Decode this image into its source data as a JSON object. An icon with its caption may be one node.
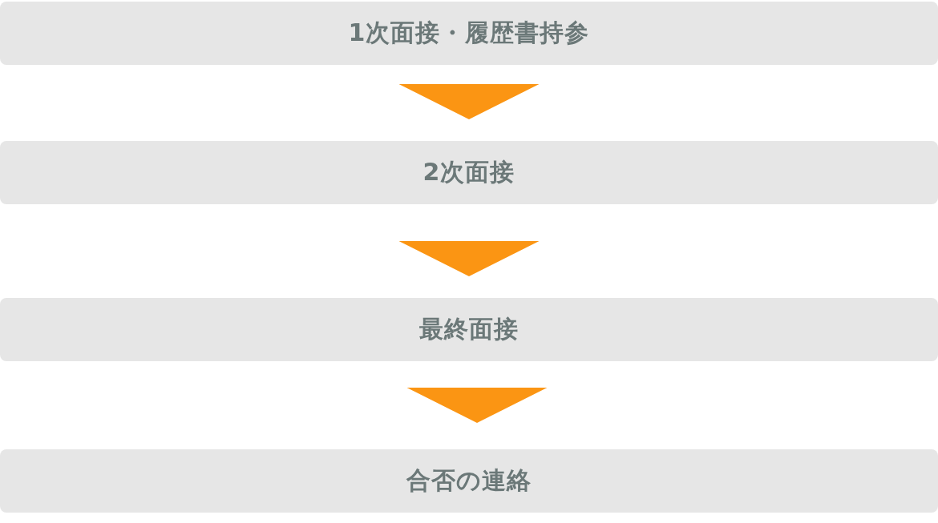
{
  "diagram": {
    "nodes": [
      {
        "text": [
          "1次面接・履歴書持参"
        ]
      },
      {
        "text": [
          "2次面接"
        ]
      },
      {
        "text": [
          "最終面接"
        ]
      },
      {
        "text": [
          "合否の連絡"
        ]
      }
    ],
    "edges": [
      {
        "from": 0,
        "to": 1,
        "arrow": "to"
      },
      {
        "from": 1,
        "to": 2,
        "arrow": "to"
      },
      {
        "from": 2,
        "to": 3,
        "arrow": "to"
      }
    ]
  }
}
